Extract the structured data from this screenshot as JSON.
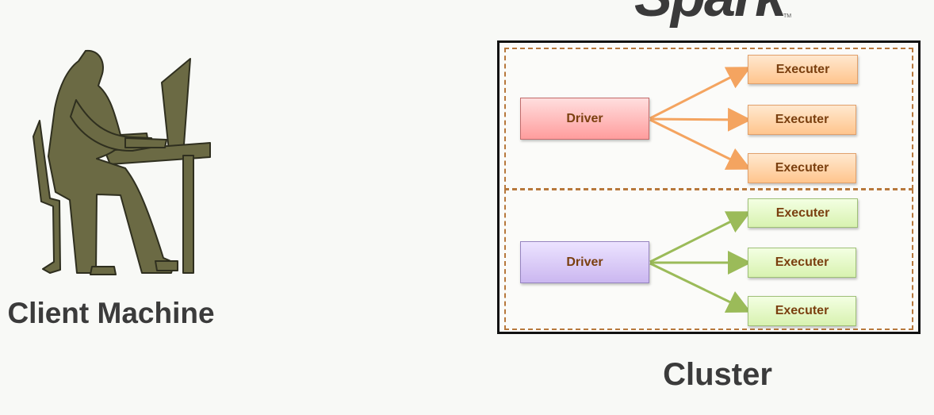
{
  "logo": {
    "text": "Spark",
    "tm": "TM"
  },
  "client": {
    "label": "Client Machine",
    "icon": "person-at-computer-icon"
  },
  "cluster": {
    "label": "Cluster",
    "groups": [
      {
        "driver": "Driver",
        "executors": [
          "Executer",
          "Executer",
          "Executer"
        ],
        "color": "#f4a460"
      },
      {
        "driver": "Driver",
        "executors": [
          "Executer",
          "Executer",
          "Executer"
        ],
        "color": "#9bbb59"
      }
    ]
  }
}
